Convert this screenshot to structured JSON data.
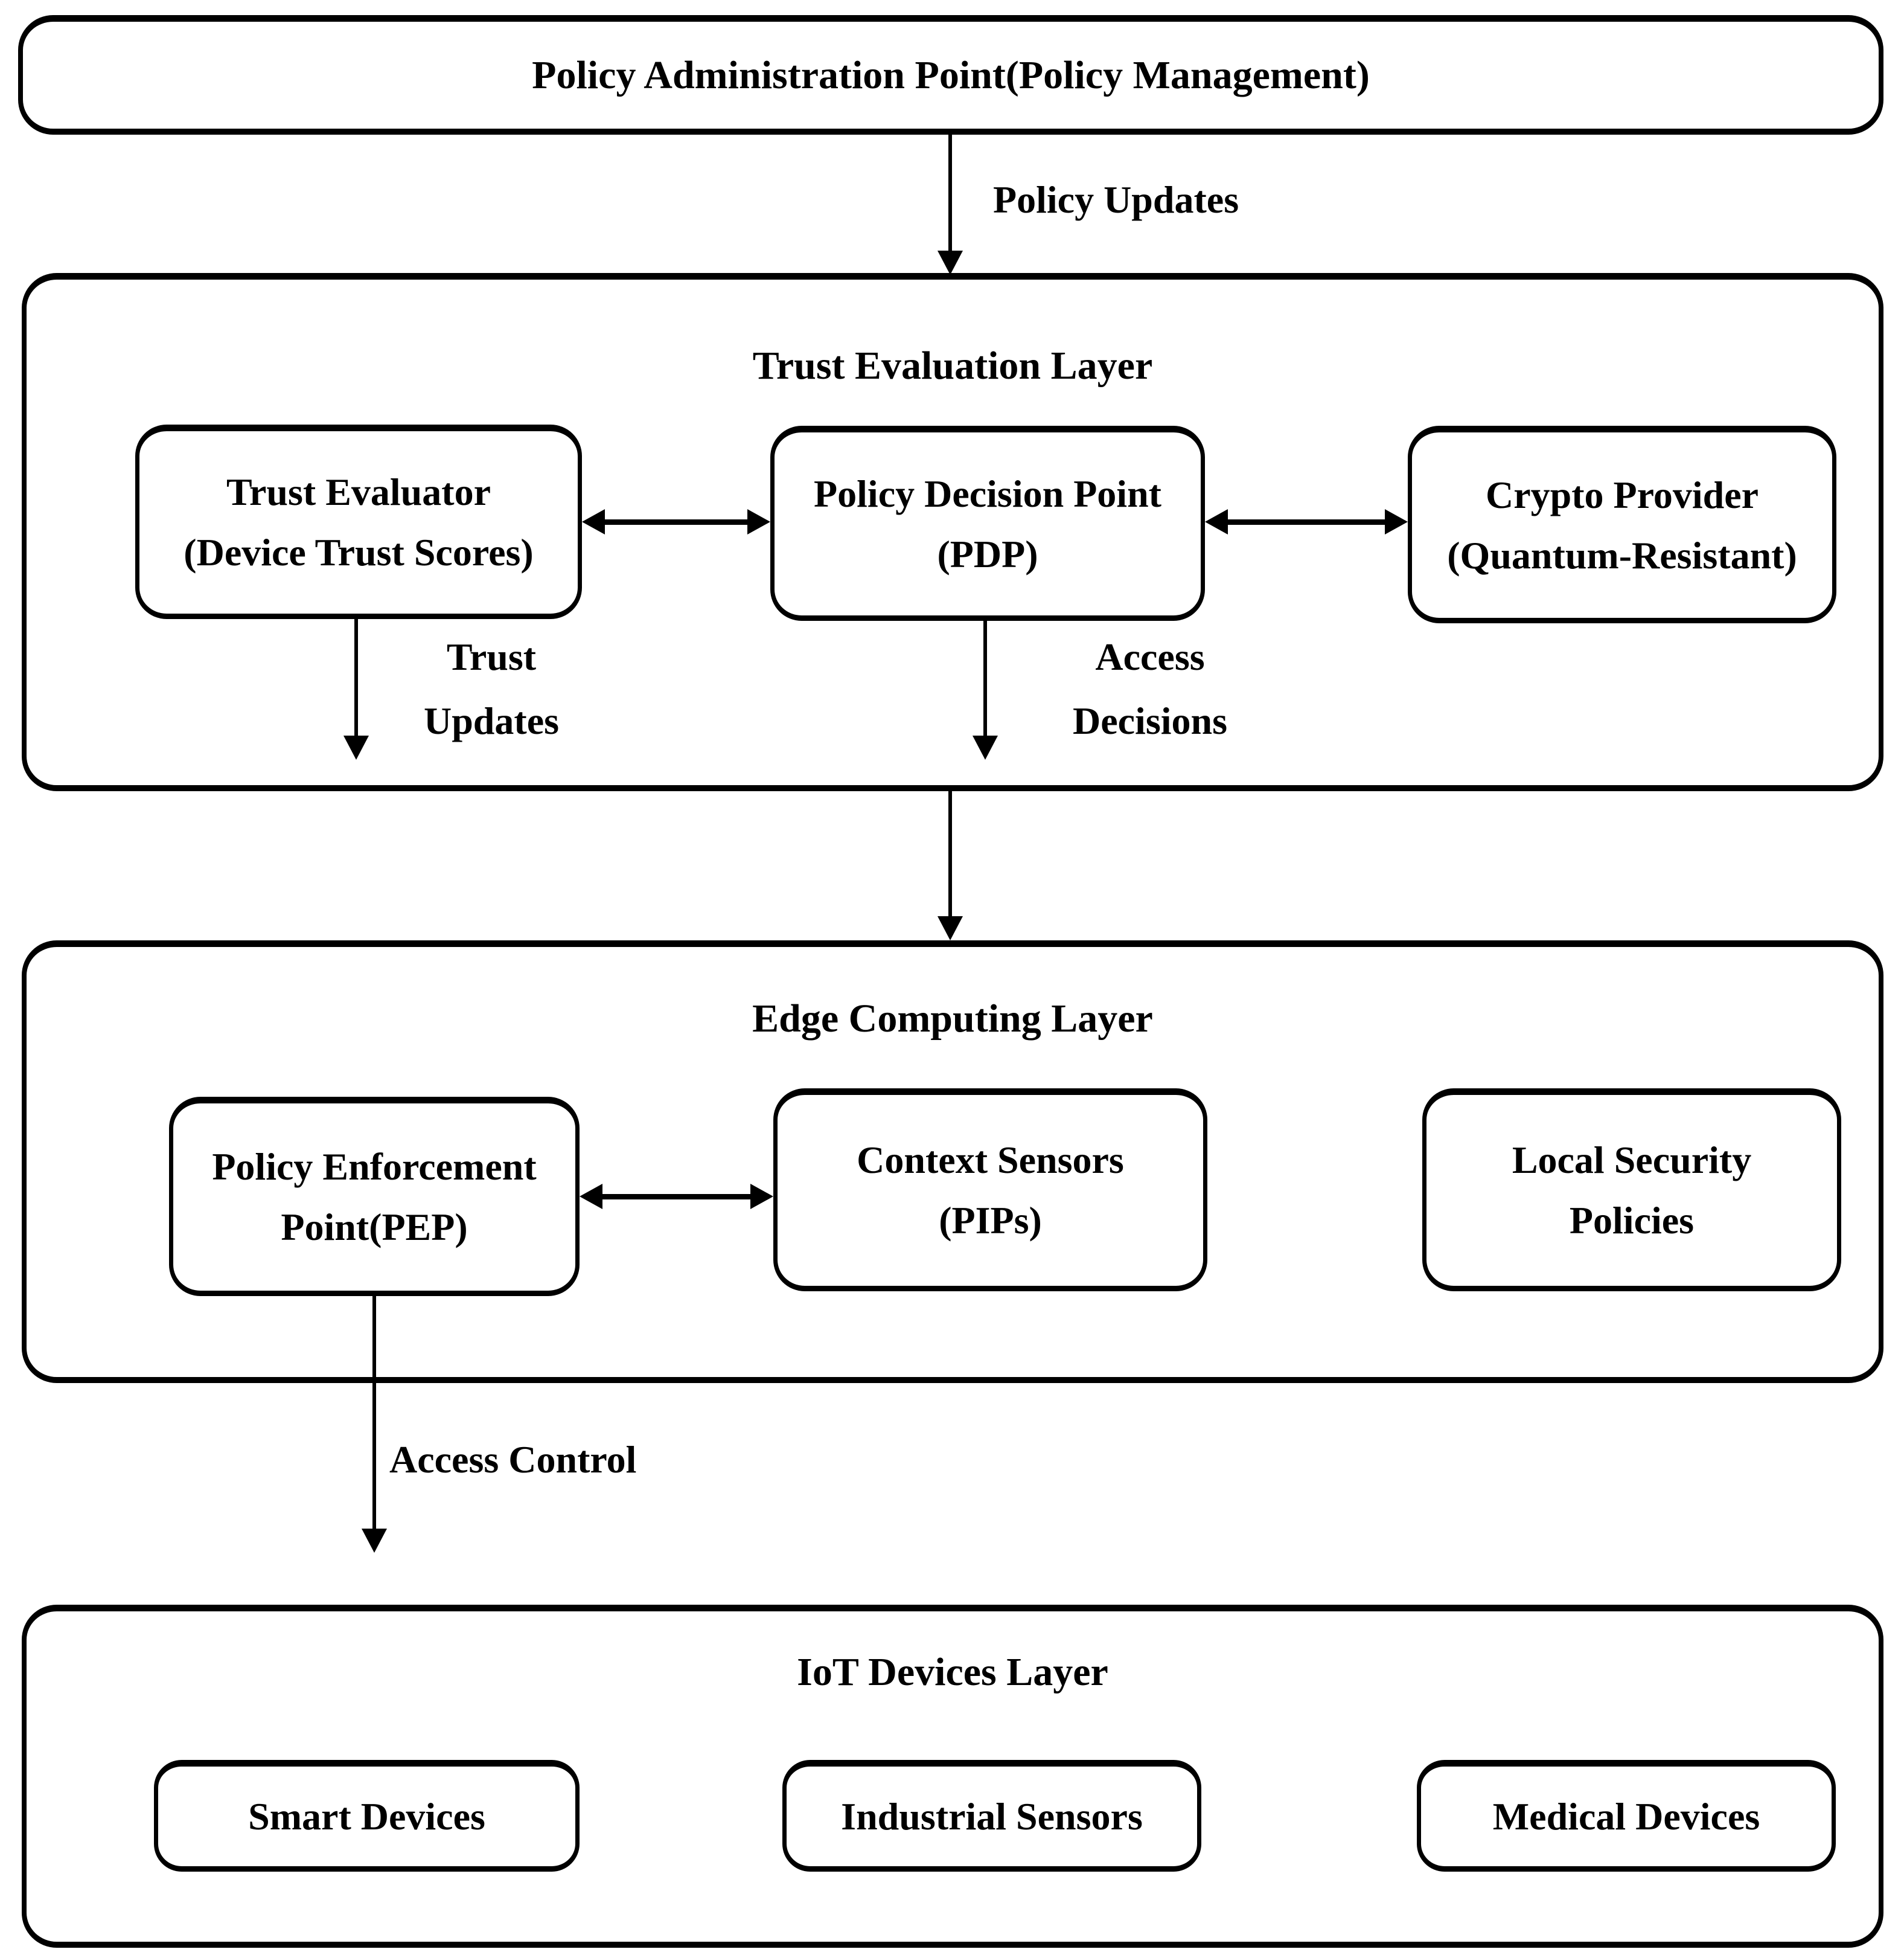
{
  "colors": {
    "ink": "#000000",
    "background": "#ffffff"
  },
  "pap": {
    "label": "Policy Administration Point(Policy Management)"
  },
  "connectors": {
    "policy_updates": {
      "label": "Policy Updates"
    },
    "trust_updates": {
      "line1": "Trust",
      "line2": "Updates"
    },
    "access_decisions": {
      "line1": "Access",
      "line2": "Decisions"
    },
    "access_control": {
      "label": "Access Control"
    }
  },
  "trust_layer": {
    "title": "Trust Evaluation Layer",
    "trust_evaluator": {
      "line1": "Trust Evaluator",
      "line2": "(Device Trust Scores)"
    },
    "pdp": {
      "line1": "Policy Decision Point",
      "line2": "(PDP)"
    },
    "crypto_provider": {
      "line1": "Crypto Provider",
      "line2": "(Quantum-Resistant)"
    }
  },
  "edge_layer": {
    "title": "Edge Computing Layer",
    "pep": {
      "line1": "Policy Enforcement",
      "line2": "Point(PEP)"
    },
    "context_sensors": {
      "line1": "Context Sensors",
      "line2": "(PIPs)"
    },
    "local_policies": {
      "line1": "Local Security",
      "line2": "Policies"
    }
  },
  "iot_layer": {
    "title": "IoT Devices Layer",
    "smart_devices": {
      "label": "Smart Devices"
    },
    "industrial_sensors": {
      "label": "Industrial Sensors"
    },
    "medical_devices": {
      "label": "Medical Devices"
    }
  }
}
